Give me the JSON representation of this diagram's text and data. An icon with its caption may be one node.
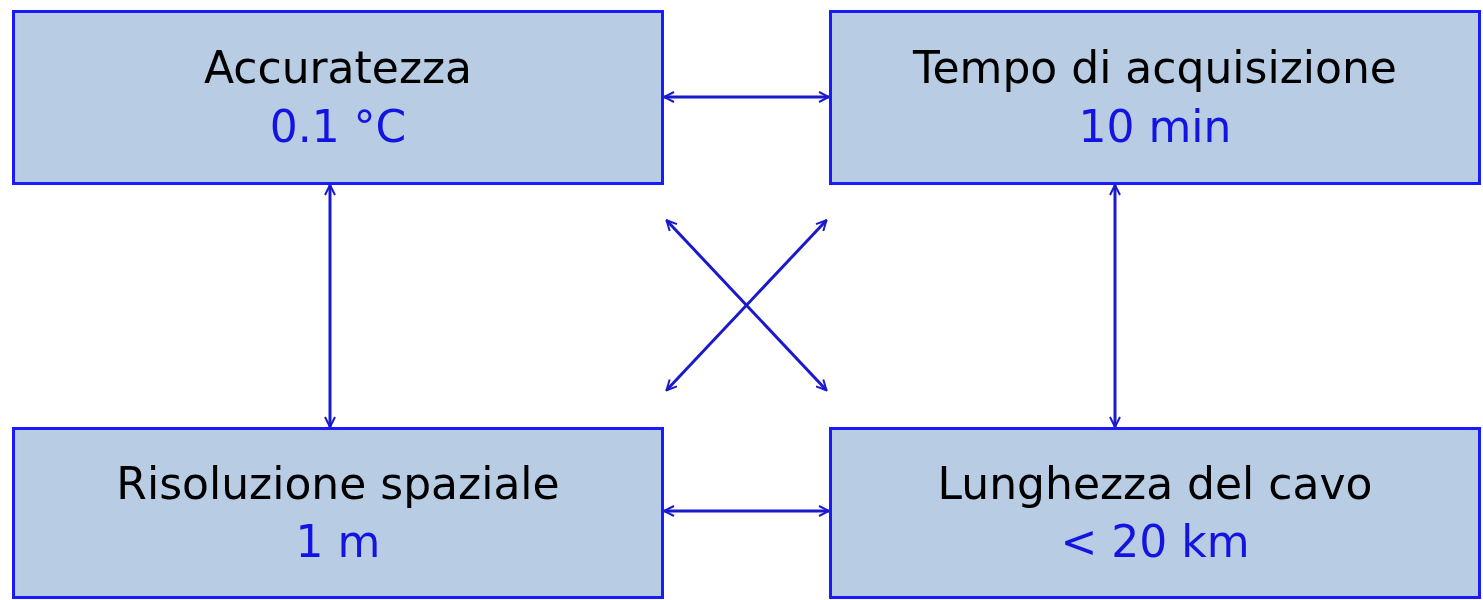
{
  "diagram": {
    "nodes": [
      {
        "text": [
          "Accuratezza",
          "0.1 °C"
        ]
      },
      {
        "text": [
          "Tempo di acquisizione",
          "10 min"
        ]
      },
      {
        "text": [
          "Risoluzione spaziale",
          "1 m"
        ]
      },
      {
        "text": [
          "Lunghezza del cavo",
          "< 20 km"
        ]
      }
    ],
    "edges": [
      {
        "from": 0,
        "to": 1,
        "arrow": "both"
      },
      {
        "from": 0,
        "to": 2,
        "arrow": "both"
      },
      {
        "from": 1,
        "to": 3,
        "arrow": "both"
      },
      {
        "from": 0,
        "to": 3,
        "arrow": "both"
      },
      {
        "from": 1,
        "to": 2,
        "arrow": "both"
      },
      {
        "from": 2,
        "to": 3,
        "arrow": "both"
      }
    ]
  }
}
